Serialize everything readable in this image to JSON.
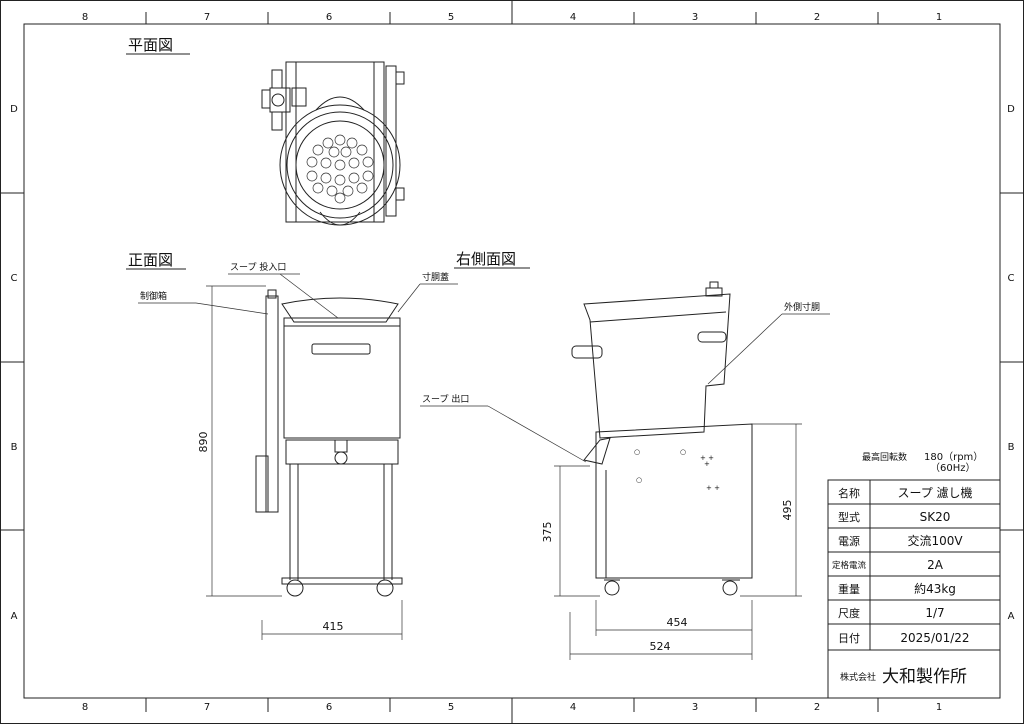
{
  "frame": {
    "top_columns": [
      "8",
      "7",
      "6",
      "5",
      "4",
      "3",
      "2",
      "1"
    ],
    "bottom_columns": [
      "8",
      "7",
      "6",
      "5",
      "4",
      "3",
      "2",
      "1"
    ],
    "left_rows": [
      "D",
      "C",
      "B",
      "A"
    ],
    "right_rows": [
      "D",
      "C",
      "B",
      "A"
    ]
  },
  "views": {
    "plan": "平面図",
    "front": "正面図",
    "right_side": "右側面図"
  },
  "labels": {
    "soup_inlet": "スープ 投入口",
    "control_box": "制御箱",
    "drum_lid": "寸胴蓋",
    "outer_drum": "外側寸胴",
    "soup_outlet": "スープ 出口"
  },
  "dimensions": {
    "front_height": "890",
    "front_width": "415",
    "side_lower_height": "375",
    "side_body_height": "495",
    "side_base_width": "454",
    "side_total_width": "524"
  },
  "speed_note": {
    "title": "最高回転数",
    "value": "180（rpm）",
    "freq": "（60Hz）"
  },
  "title_block": {
    "rows": [
      {
        "label": "名称",
        "value": "スープ 濾し機"
      },
      {
        "label": "型式",
        "value": "SK20"
      },
      {
        "label": "電源",
        "value": "交流100V"
      },
      {
        "label": "定格電流",
        "value": "2A"
      },
      {
        "label": "重量",
        "value": "約43kg"
      },
      {
        "label": "尺度",
        "value": "1/7"
      },
      {
        "label": "日付",
        "value": "2025/01/22"
      }
    ],
    "company_prefix": "株式会社",
    "company_name": "大和製作所"
  }
}
